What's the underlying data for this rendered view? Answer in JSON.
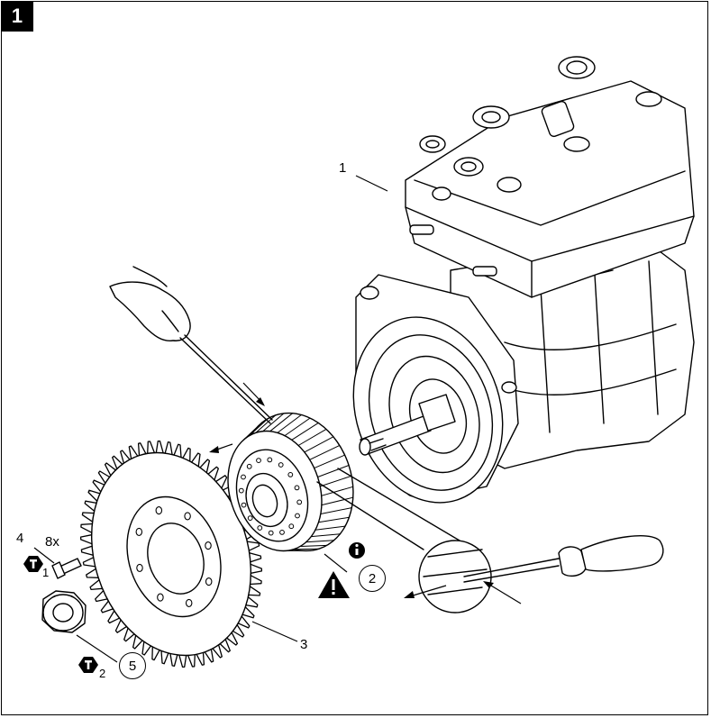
{
  "figure": {
    "number": "1"
  },
  "callouts": {
    "c1": "1",
    "c2": "2",
    "c3": "3",
    "c4": "4",
    "c5": "5",
    "qty": "8x",
    "torque1_sub": "1",
    "torque2_sub": "2"
  },
  "icons": {
    "info": "info-icon",
    "warning": "warning-icon",
    "torque": "torque-icon"
  },
  "colors": {
    "line": "#000000",
    "background": "#ffffff"
  }
}
